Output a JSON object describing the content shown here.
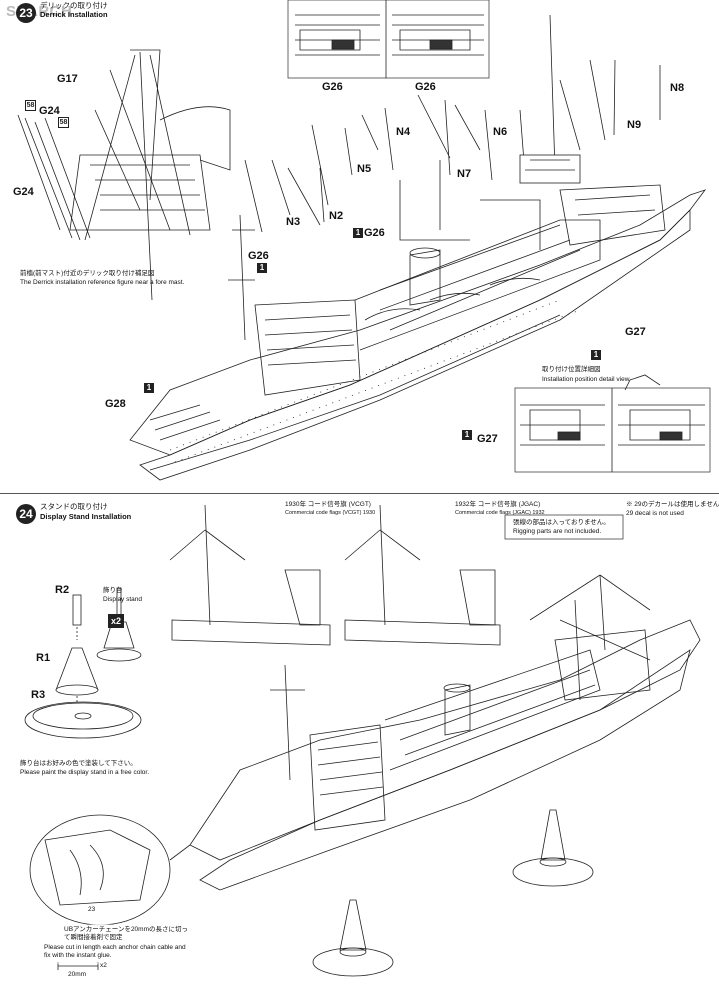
{
  "watermark": "SEARCH",
  "step23": {
    "number": "23",
    "title_jp": "デリックの取り付け",
    "title_en": "Derrick Installation",
    "fig_caption_jp": "前檣(前マスト)付近のデリック取り付け補足図",
    "fig_caption_en": "The Derrick installation reference figure near a fore mast.",
    "detail_title_jp": "取り付け位置詳細図",
    "detail_title_en": "Installation position detail view",
    "parts": [
      "G17",
      "G24",
      "G24",
      "N3",
      "N2",
      "N5",
      "N4",
      "N7",
      "N6",
      "N9",
      "N8",
      "G26",
      "G26",
      "G26",
      "G26",
      "G27",
      "G27",
      "G28"
    ],
    "callout_marker": "1",
    "small_marks": [
      "58",
      "58"
    ]
  },
  "step24": {
    "number": "24",
    "title_jp": "スタンドの取り付け",
    "title_en": "Display Stand Installation",
    "stand_label_jp": "飾り台",
    "stand_label_en": "Display stand",
    "qty": "x2",
    "parts": [
      "R2",
      "R1",
      "R3"
    ],
    "paint_note_jp": "飾り台はお好みの色で塗装して下さい。",
    "paint_note_en": "Please paint the display stand in a free color.",
    "flags1930_jp": "1930年 コード信号旗 (VCGT)",
    "flags1930_en": "Commercial code flags (VCGT) 1930",
    "flags1932_jp": "1932年 コード信号旗 (JGAC)",
    "flags1932_en": "Commercial code flags (JGAC) 1932",
    "rigging_note_jp": "張線の部品は入っておりません。",
    "rigging_note_en": "Rigging parts are not included.",
    "decal_note_jp": "※ 29のデカールは使用しません",
    "decal_note_en": "29 decal is not used",
    "anchor_note_jp": "UBアンカーチェーンを20mmの長さに切って瞬間接着剤で固定",
    "anchor_note_en": "Please cut in length each anchor chain cable and fix with the instant glue.",
    "scale_label": "20mm",
    "scale_qty": "x2",
    "detail_part": "23"
  }
}
